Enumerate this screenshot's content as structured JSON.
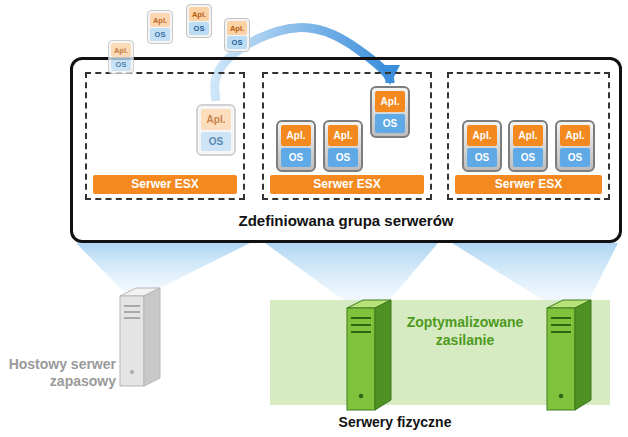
{
  "diagram": {
    "nodes": [
      {
        "text": [
          "Apl.",
          "OS"
        ]
      },
      {
        "text": [
          "Apl.",
          "OS"
        ]
      },
      {
        "text": [
          "Apl.",
          "OS"
        ]
      },
      {
        "text": [
          "Apl.",
          "OS"
        ]
      },
      {
        "text": [
          "Zdefiniowana grupa serwerów"
        ]
      },
      {
        "text": [
          "Serwer ESX"
        ],
        "in": 4
      },
      {
        "text": [
          "Apl.",
          "OS"
        ],
        "in": 5
      },
      {
        "text": [
          "Serwer ESX"
        ],
        "in": 4
      },
      {
        "text": [
          "Apl.",
          "OS"
        ],
        "in": 7
      },
      {
        "text": [
          "Apl.",
          "OS"
        ],
        "in": 7
      },
      {
        "text": [
          "Apl.",
          "OS"
        ],
        "in": 7
      },
      {
        "text": [
          "Serwer ESX"
        ],
        "in": 4
      },
      {
        "text": [
          "Apl.",
          "OS"
        ],
        "in": 11
      },
      {
        "text": [
          "Apl.",
          "OS"
        ],
        "in": 11
      },
      {
        "text": [
          "Apl.",
          "OS"
        ],
        "in": 11
      },
      {
        "text": [
          "Zoptymalizowane zasilanie"
        ]
      }
    ],
    "edges": [
      {
        "from": 6,
        "to": 10,
        "arrow": "to"
      }
    ],
    "labels": [
      "Hostowy serwer zapasowy",
      "Serwery fizyczne"
    ]
  }
}
